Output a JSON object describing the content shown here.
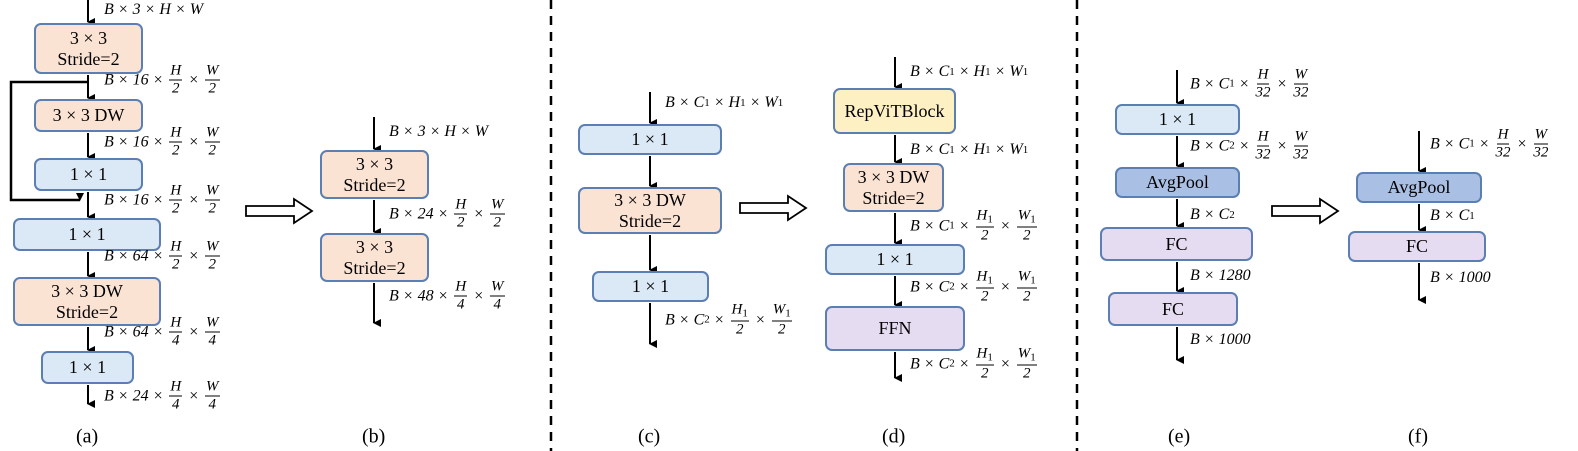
{
  "panels": {
    "a": {
      "caption": "(a)",
      "boxes": [
        {
          "line1": "3 × 3",
          "line2": "Stride=2"
        },
        {
          "line1": "3 × 3 DW",
          "line2": ""
        },
        {
          "line1": "1 × 1",
          "line2": ""
        },
        {
          "line1": "1 × 1",
          "line2": ""
        },
        {
          "line1": "3 × 3 DW",
          "line2": "Stride=2"
        },
        {
          "line1": "1 × 1",
          "line2": ""
        }
      ],
      "shapes": [
        "B × 3 × H × W",
        "B × 16 × H/2 × W/2",
        "B × 16 × H/2 × W/2",
        "B × 16 × H/2 × W/2",
        "B × 64 × H/2 × W/2",
        "B × 64 × H/4 × W/4",
        "B × 24 × H/4 × W/4"
      ]
    },
    "b": {
      "caption": "(b)",
      "boxes": [
        {
          "line1": "3 × 3",
          "line2": "Stride=2"
        },
        {
          "line1": "3 × 3",
          "line2": "Stride=2"
        }
      ],
      "shapes": [
        "B × 3 × H × W",
        "B × 24 × H/2 × W/2",
        "B × 48 × H/4 × W/4"
      ]
    },
    "c": {
      "caption": "(c)",
      "boxes": [
        {
          "line1": "1 × 1",
          "line2": ""
        },
        {
          "line1": "3 × 3 DW",
          "line2": "Stride=2"
        },
        {
          "line1": "1 × 1",
          "line2": ""
        }
      ],
      "shapes": [
        "B × C1 × H1 × W1",
        "B × C2 × H1/2 × W1/2"
      ]
    },
    "d": {
      "caption": "(d)",
      "boxes": [
        {
          "line1": "RepViTBlock",
          "line2": ""
        },
        {
          "line1": "3 × 3 DW",
          "line2": "Stride=2"
        },
        {
          "line1": "1 × 1",
          "line2": ""
        },
        {
          "line1": "FFN",
          "line2": ""
        }
      ],
      "shapes": [
        "B × C1 × H1 × W1",
        "B × C1 × H1 × W1",
        "B × C1 × H1/2 × W1/2",
        "B × C2 × H1/2 × W1/2",
        "B × C2 × H1/2 × W1/2"
      ]
    },
    "e": {
      "caption": "(e)",
      "boxes": [
        {
          "line1": "1 × 1",
          "line2": ""
        },
        {
          "line1": "AvgPool",
          "line2": ""
        },
        {
          "line1": "FC",
          "line2": ""
        },
        {
          "line1": "FC",
          "line2": ""
        }
      ],
      "shapes": [
        "B × C1 × H/32 × W/32",
        "B × C2 × H/32 × W/32",
        "B × C2",
        "B × 1280",
        "B × 1000"
      ]
    },
    "f": {
      "caption": "(f)",
      "boxes": [
        {
          "line1": "AvgPool",
          "line2": ""
        },
        {
          "line1": "FC",
          "line2": ""
        }
      ],
      "shapes": [
        "B × C1 × H/32 × W/32",
        "B × C1",
        "B × 1000"
      ]
    }
  },
  "colors": {
    "box_border": "#5b7fb2",
    "orange": "#fbe3d4",
    "light_blue": "#dbe9f6",
    "navy_blue": "#a9bfe3",
    "purple": "#e6dcf1",
    "yellow": "#fdf1c4"
  }
}
